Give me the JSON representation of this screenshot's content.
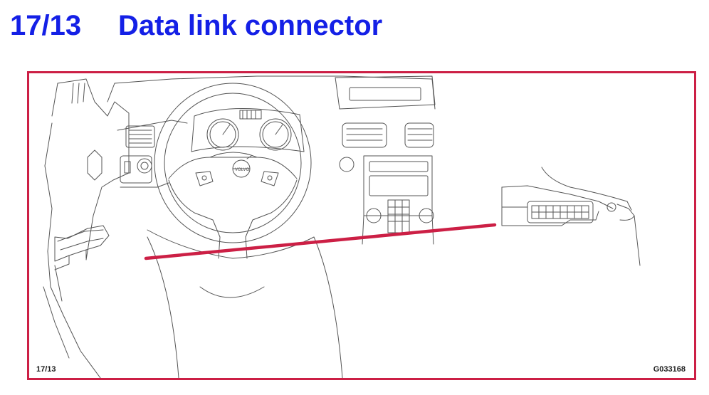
{
  "header": {
    "section_number": "17/13",
    "title": "Data link connector"
  },
  "figure": {
    "page_ref": "17/13",
    "figure_code": "G033168",
    "leader_color": "#cc1f45",
    "title_color": "#1420e6"
  },
  "icons": {
    "logo": "volvo-iron-mark-icon"
  }
}
